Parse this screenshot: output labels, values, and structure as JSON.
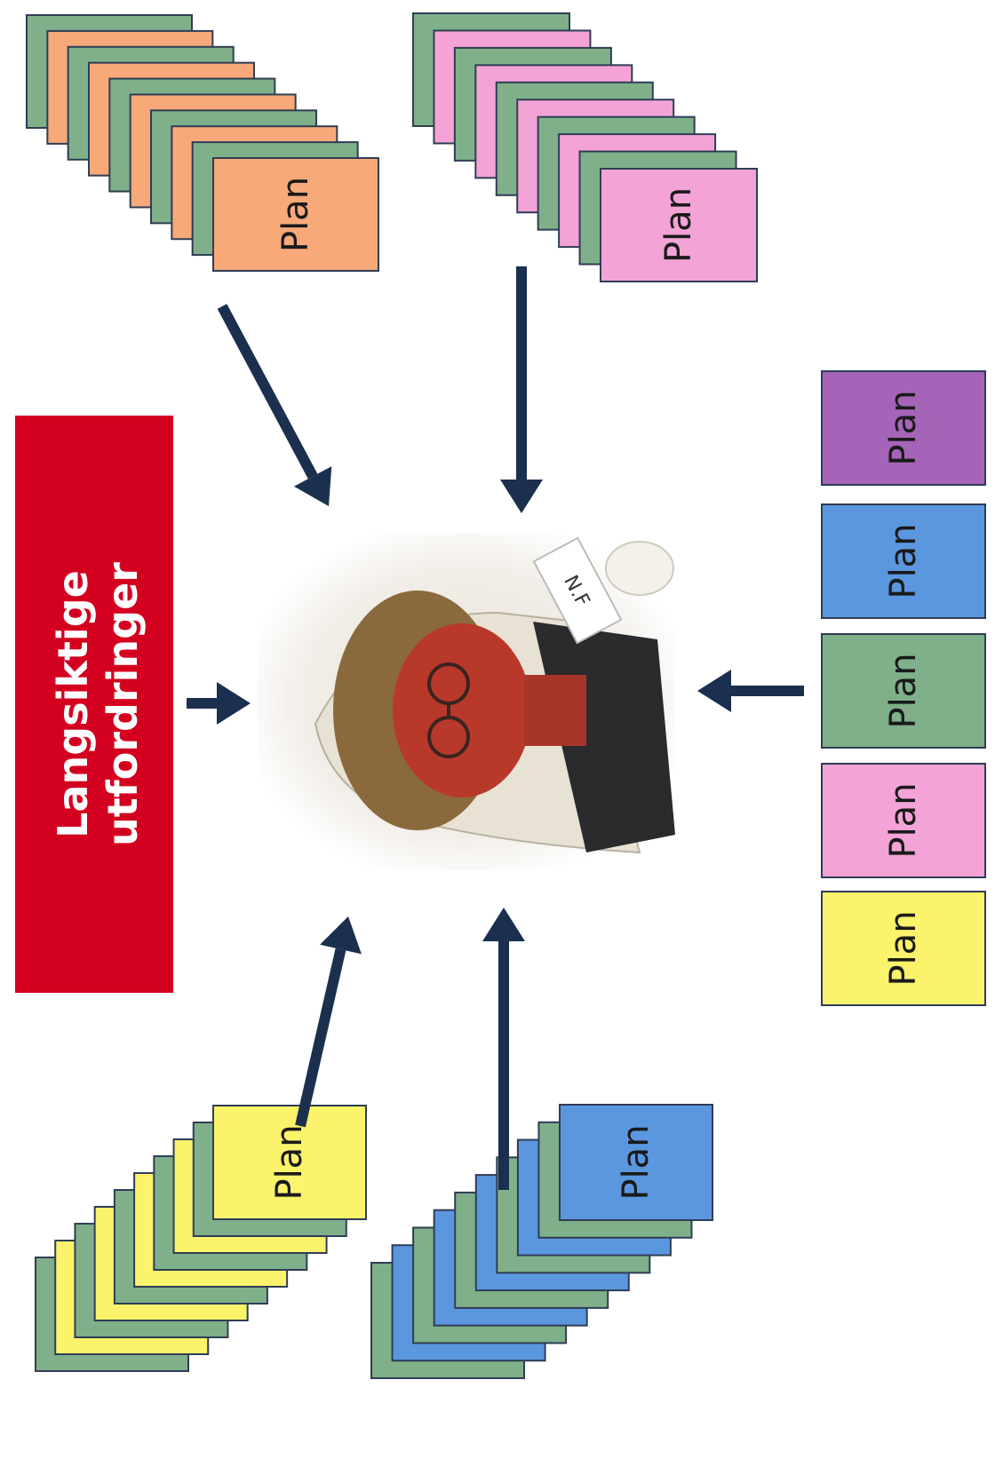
{
  "challenge_box": {
    "line1": "Langsiktige",
    "line2": "utfordringer",
    "color": "#d4001f"
  },
  "plan_label": "Plan",
  "colors": {
    "green": "#7fb08a",
    "orange": "#f7a97a",
    "pink": "#f4a3d6",
    "yellow": "#faf36b",
    "blue": "#5b97df",
    "purple": "#a564b8",
    "arrow": "#1b2f4e",
    "border": "#2f3d55"
  },
  "stacks": [
    {
      "name": "orange-plan-stack",
      "front_color": "orange",
      "label": "Plan"
    },
    {
      "name": "pink-plan-stack",
      "front_color": "pink",
      "label": "Plan"
    },
    {
      "name": "yellow-plan-stack",
      "front_color": "yellow",
      "label": "Plan"
    },
    {
      "name": "blue-plan-stack",
      "front_color": "blue",
      "label": "Plan"
    }
  ],
  "plan_row": [
    {
      "color": "purple",
      "label": "Plan"
    },
    {
      "color": "blue",
      "label": "Plan"
    },
    {
      "color": "green",
      "label": "Plan"
    },
    {
      "color": "pink",
      "label": "Plan"
    },
    {
      "color": "yellow",
      "label": "Plan"
    }
  ],
  "photo": {
    "badge_text": "N.F"
  }
}
